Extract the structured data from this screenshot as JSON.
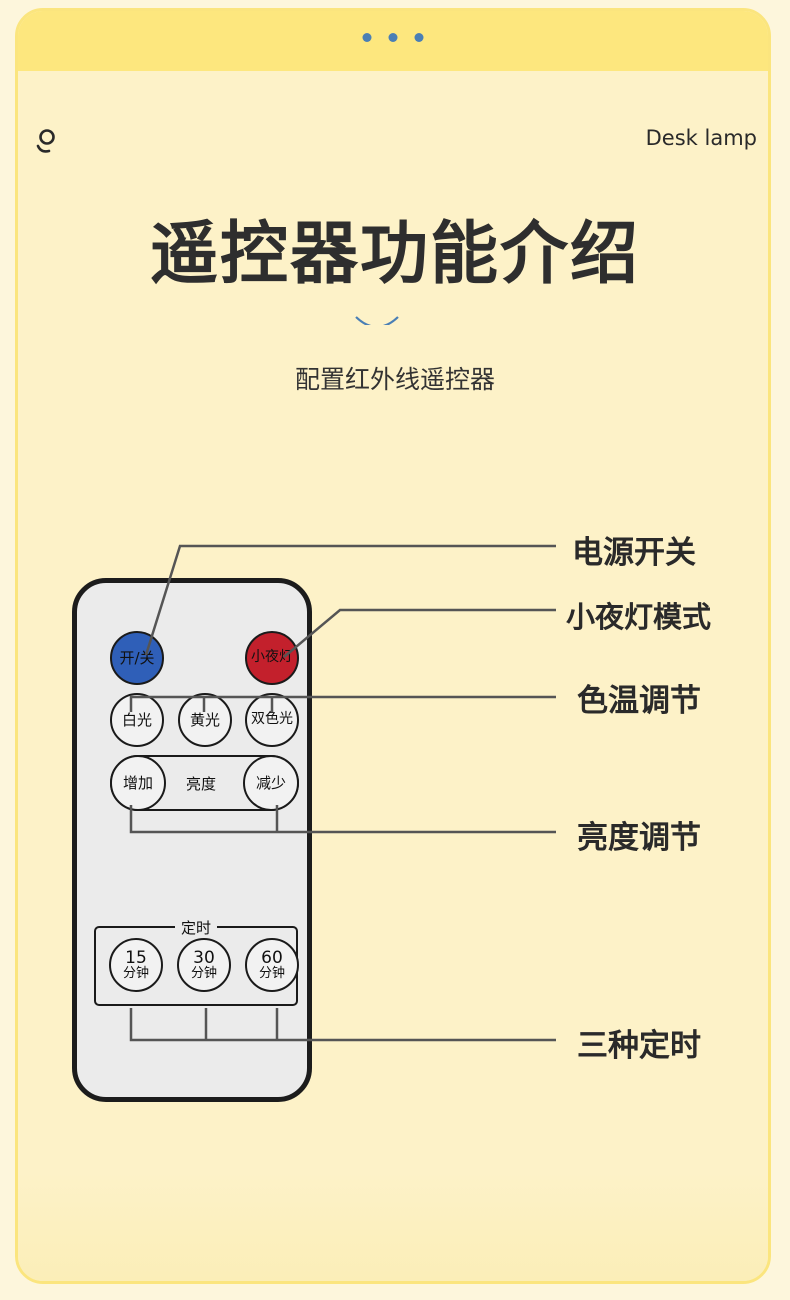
{
  "header": {
    "brand_text": "Desk lamp"
  },
  "title": "遥控器功能介绍",
  "subtitle": "配置红外线遥控器",
  "remote": {
    "power_button": "开/关",
    "night_button": "小夜灯",
    "white_button": "白光",
    "yellow_button": "黄光",
    "dual_button": "双色光",
    "increase_button": "增加",
    "brightness_label": "亮度",
    "decrease_button": "减少",
    "timer_label": "定时",
    "timers": [
      {
        "num": "15",
        "unit": "分钟"
      },
      {
        "num": "30",
        "unit": "分钟"
      },
      {
        "num": "60",
        "unit": "分钟"
      }
    ]
  },
  "callouts": {
    "power": "电源开关",
    "night": "小夜灯模式",
    "color_temp": "色温调节",
    "brightness": "亮度调节",
    "timer": "三种定时"
  },
  "colors": {
    "accent_yellow": "#fde77e",
    "dot_blue": "#4a7fb5",
    "power_blue": "#2f5fb8",
    "night_red": "#c3202c"
  }
}
